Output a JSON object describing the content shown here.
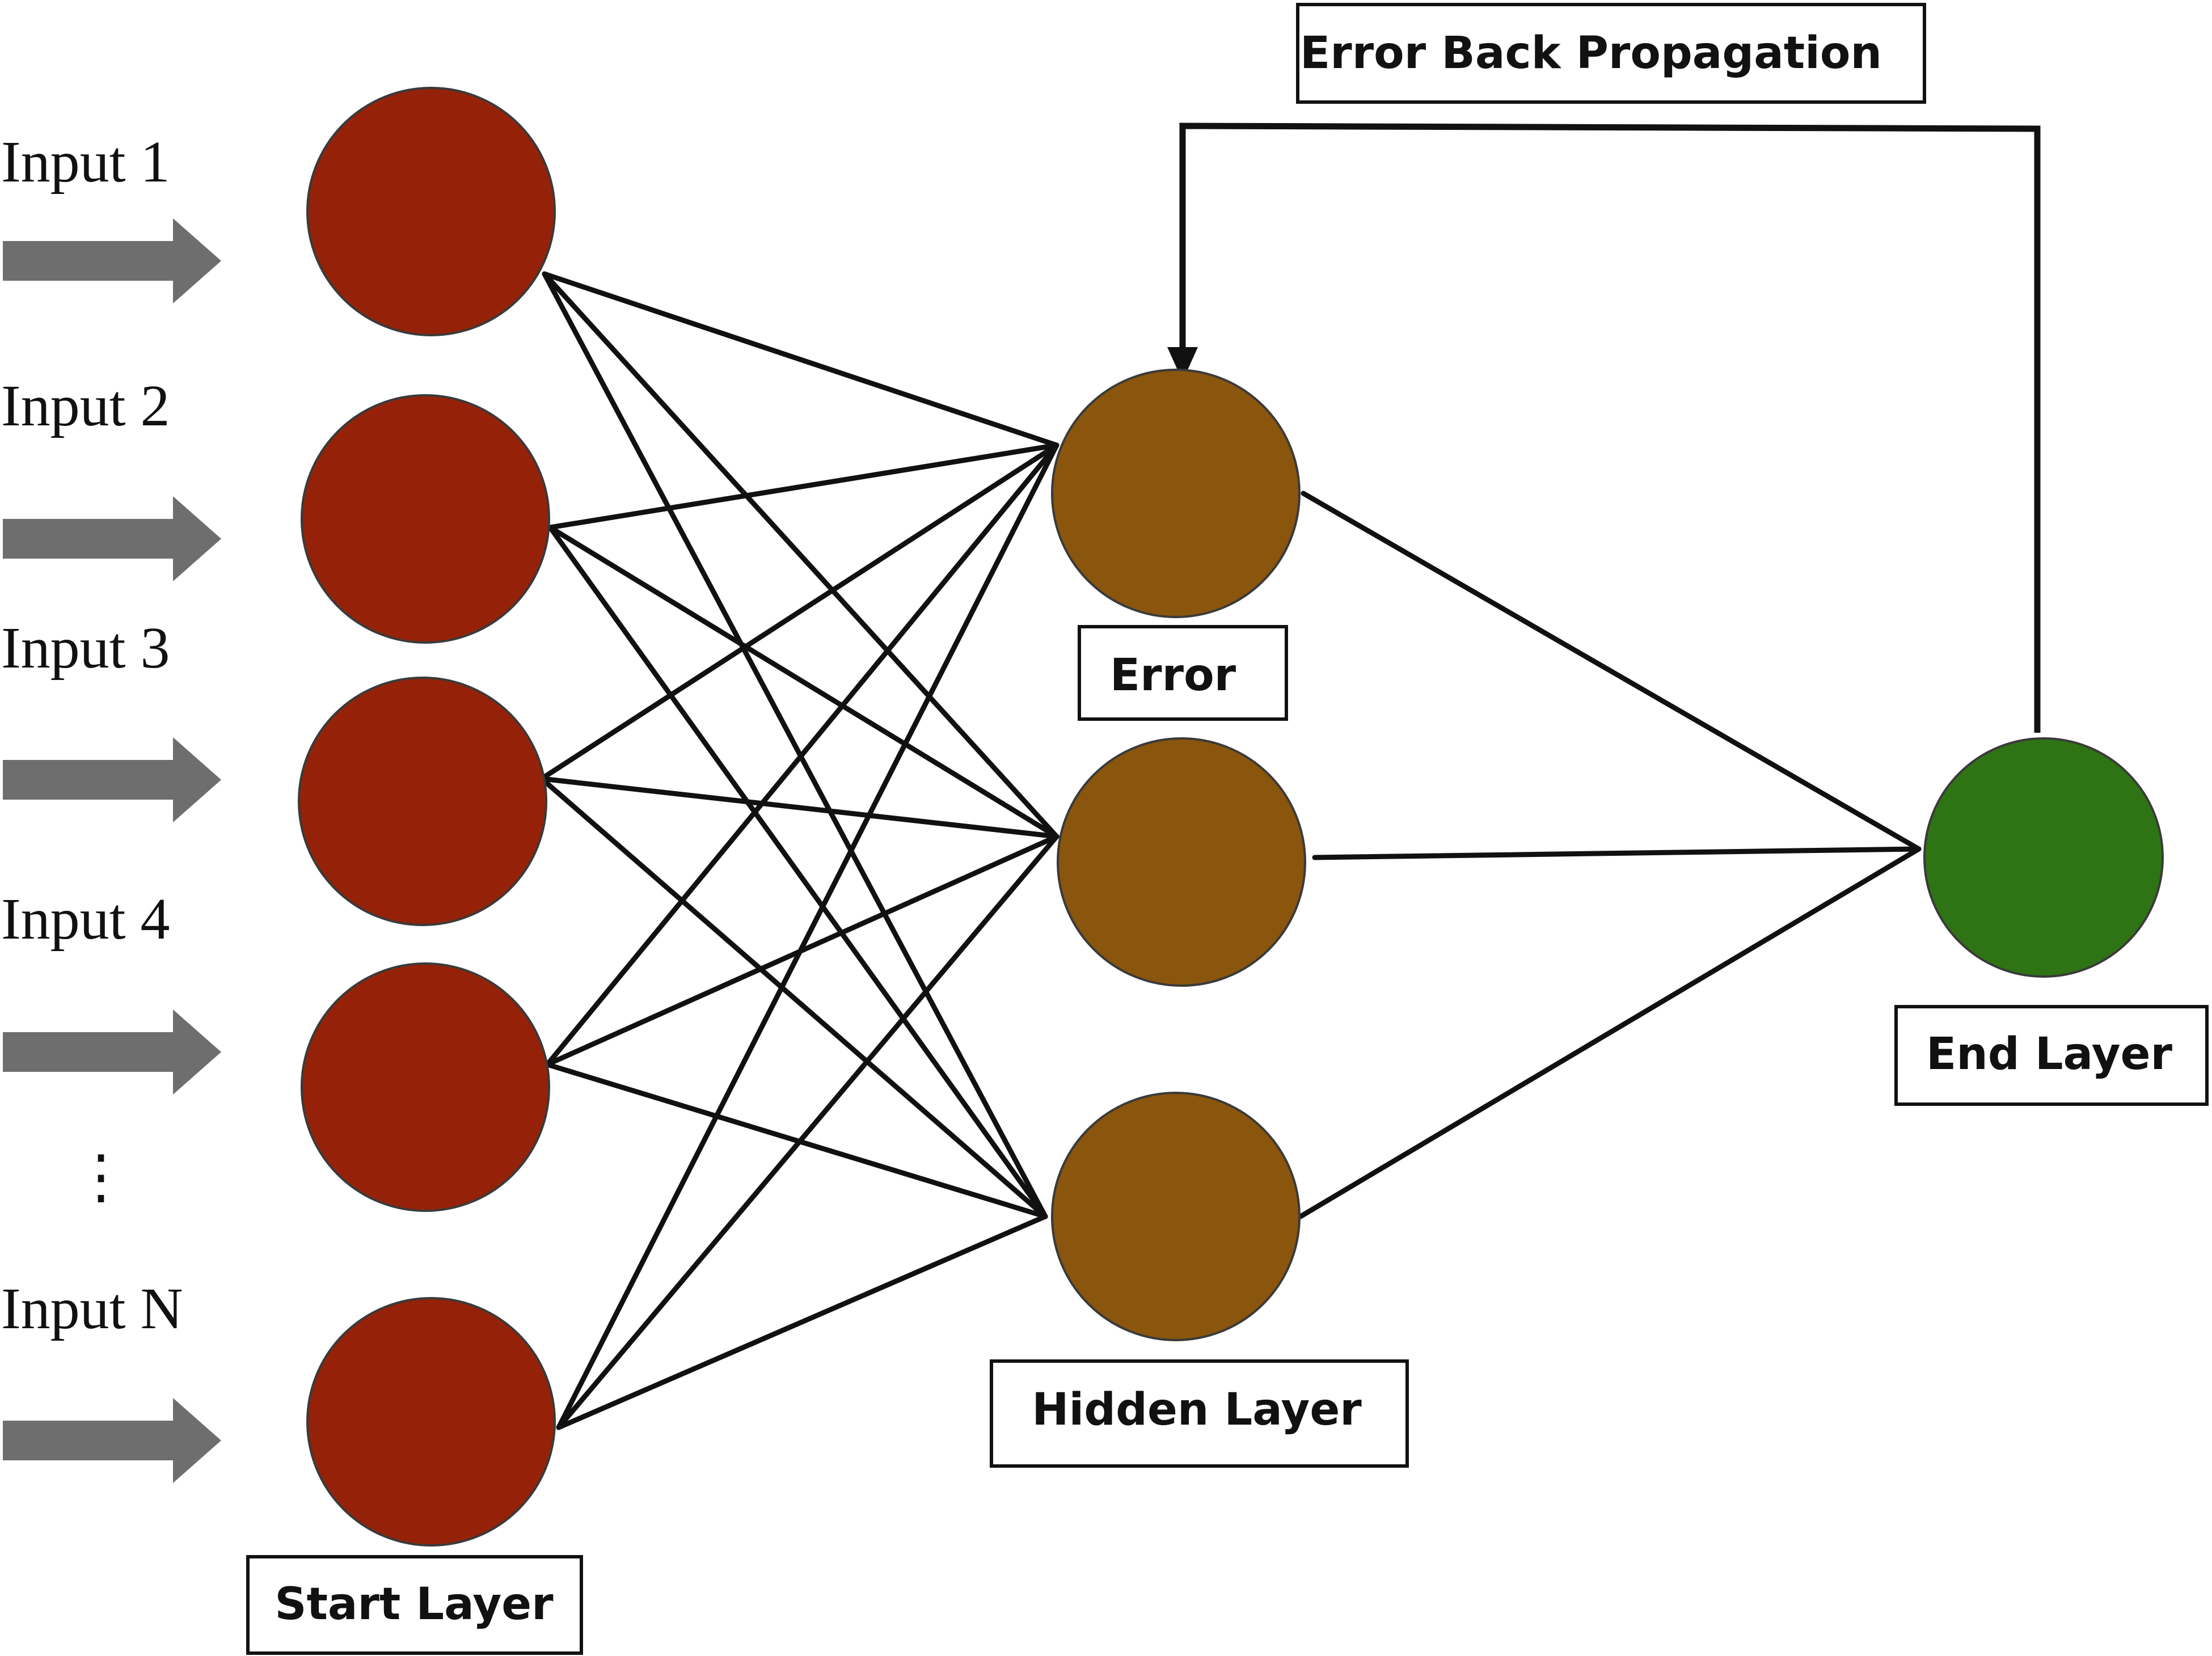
{
  "inputs": [
    "Input 1",
    "Input 2",
    "Input 3",
    "Input 4",
    "Input N"
  ],
  "ellipsis": "⋮",
  "labels": {
    "start": "Start Layer",
    "hidden": "Hidden Layer",
    "error": "Error",
    "end": "End Layer",
    "backprop": "Error Back Propagation"
  },
  "colors": {
    "start_node": "#952208",
    "hidden_node": "#8a550c",
    "end_node": "#2f7414",
    "arrow": "#6e6e6e",
    "line": "#111111"
  },
  "icons": {
    "input_arrow": "arrow-right-icon",
    "feedback_arrow": "arrow-down-icon"
  }
}
